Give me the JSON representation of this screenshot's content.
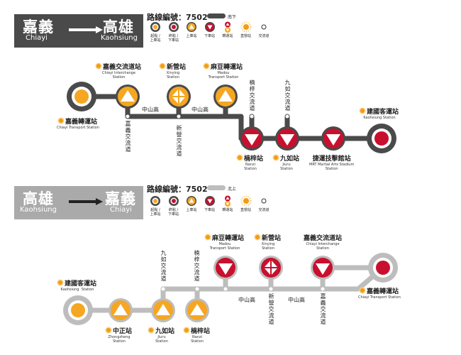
{
  "colors": {
    "dark": "#4a4a4a",
    "light": "#bdbdbd",
    "red": "#c8102e",
    "orange": "#f5a623",
    "grey_header": "#aaaaaa"
  },
  "top": {
    "header": {
      "from": "嘉義",
      "from_en": "Chiayi",
      "to": "高雄",
      "to_en": "Kaohsiung"
    },
    "route_no": "路線編號：7502",
    "direction": "南下",
    "legend": [
      {
        "icon": "origin-boarding",
        "label": "起點 /\n上車站"
      },
      {
        "icon": "terminal-alighting",
        "label": "終點 /\n下車站"
      },
      {
        "icon": "boarding-stop",
        "label": "上車站"
      },
      {
        "icon": "alighting-stop",
        "label": "下車站"
      },
      {
        "icon": "transfer-stop",
        "label": "轉運站"
      },
      {
        "icon": "direct-stop",
        "label": "直營站"
      },
      {
        "icon": "interchange",
        "label": "交流道"
      }
    ],
    "stations": {
      "chiayi_tc": {
        "zh": "嘉義轉運站",
        "en": "Chiayi Transport Station"
      },
      "chiayi_ic": {
        "zh": "嘉義交流道站",
        "en": "Chiayi Interchange\nStation"
      },
      "xinying": {
        "zh": "新營站",
        "en": "Xinying\nStation"
      },
      "madou": {
        "zh": "麻豆轉運站",
        "en": "Madou\nTransport Station"
      },
      "nanzi": {
        "zh": "楠梓站",
        "en": "Nanzi\nStation"
      },
      "jiuru": {
        "zh": "九如站",
        "en": "Jiuru\nStation"
      },
      "mrt_ma": {
        "zh": "捷運技擊館站",
        "en": "MRT Martial Arts Stadium\nStation"
      },
      "kaohsiung": {
        "zh": "建國客運站",
        "en": "Kaohsiung Station"
      }
    },
    "road_labels": [
      "中山高",
      "中山高"
    ],
    "interchanges": [
      "嘉義交流道",
      "新營交流道",
      "楠梓交流道",
      "九如交流道"
    ]
  },
  "bottom": {
    "header": {
      "from": "高雄",
      "from_en": "Kaohsiung",
      "to": "嘉義",
      "to_en": "Chiayi"
    },
    "route_no": "路線編號：7502",
    "direction": "北上",
    "legend": [
      {
        "icon": "origin-boarding",
        "label": "起點 /\n上車站"
      },
      {
        "icon": "terminal-alighting",
        "label": "終點 /\n下車站"
      },
      {
        "icon": "boarding-stop",
        "label": "上車站"
      },
      {
        "icon": "alighting-stop",
        "label": "下車站"
      },
      {
        "icon": "transfer-stop",
        "label": "轉運站"
      },
      {
        "icon": "direct-stop",
        "label": "直營站"
      },
      {
        "icon": "interchange",
        "label": "交流道"
      }
    ],
    "stations": {
      "kaohsiung": {
        "zh": "建國客運站",
        "en": "Kaohsiung  Station"
      },
      "zhongzheng": {
        "zh": "中正站",
        "en": "Zhongzheng\nStation"
      },
      "jiuru": {
        "zh": "九如站",
        "en": "Jiuru\nStation"
      },
      "nanzi": {
        "zh": "楠梓站",
        "en": "Nanzi\nStation"
      },
      "madou": {
        "zh": "麻豆轉運站",
        "en": "Madou\nTransport Station"
      },
      "xinying": {
        "zh": "新營站",
        "en": "Xinying\nStation"
      },
      "chiayi_ic": {
        "zh": "嘉義交流道站",
        "en": "Chiayi Interchange\nStation"
      },
      "chiayi_tc": {
        "zh": "嘉義轉運站",
        "en": "Chiayi Transport Station"
      }
    },
    "road_labels": [
      "中山高",
      "中山高"
    ],
    "interchanges": [
      "九如交流道",
      "楠梓交流道",
      "新營交流道",
      "嘉義交流道"
    ]
  }
}
